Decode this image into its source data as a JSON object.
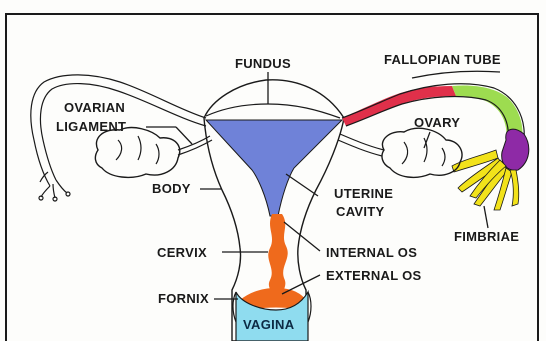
{
  "diagram": {
    "colors": {
      "uterine_cavity": "#6f82d8",
      "canal": "#ef6a1c",
      "vagina": "#8fdcef",
      "tube_red": "#e0304a",
      "tube_green": "#9ddc50",
      "ovary_purple": "#8e2aa6",
      "fimbriae_yellow": "#f2e21a",
      "line": "#1a1a1a"
    },
    "labels": {
      "fundus": "FUNDUS",
      "fallopian_tube": "FALLOPIAN TUBE",
      "ovarian_ligament_line1": "OVARIAN",
      "ovarian_ligament_line2": "LIGAMENT",
      "ovary": "OVARY",
      "body": "BODY",
      "uterine_cavity_line1": "UTERINE",
      "uterine_cavity_line2": "CAVITY",
      "fimbriae": "FIMBRIAE",
      "cervix": "CERVIX",
      "internal_os": "INTERNAL OS",
      "external_os": "EXTERNAL OS",
      "fornix": "FORNIX",
      "vagina": "VAGINA"
    }
  }
}
